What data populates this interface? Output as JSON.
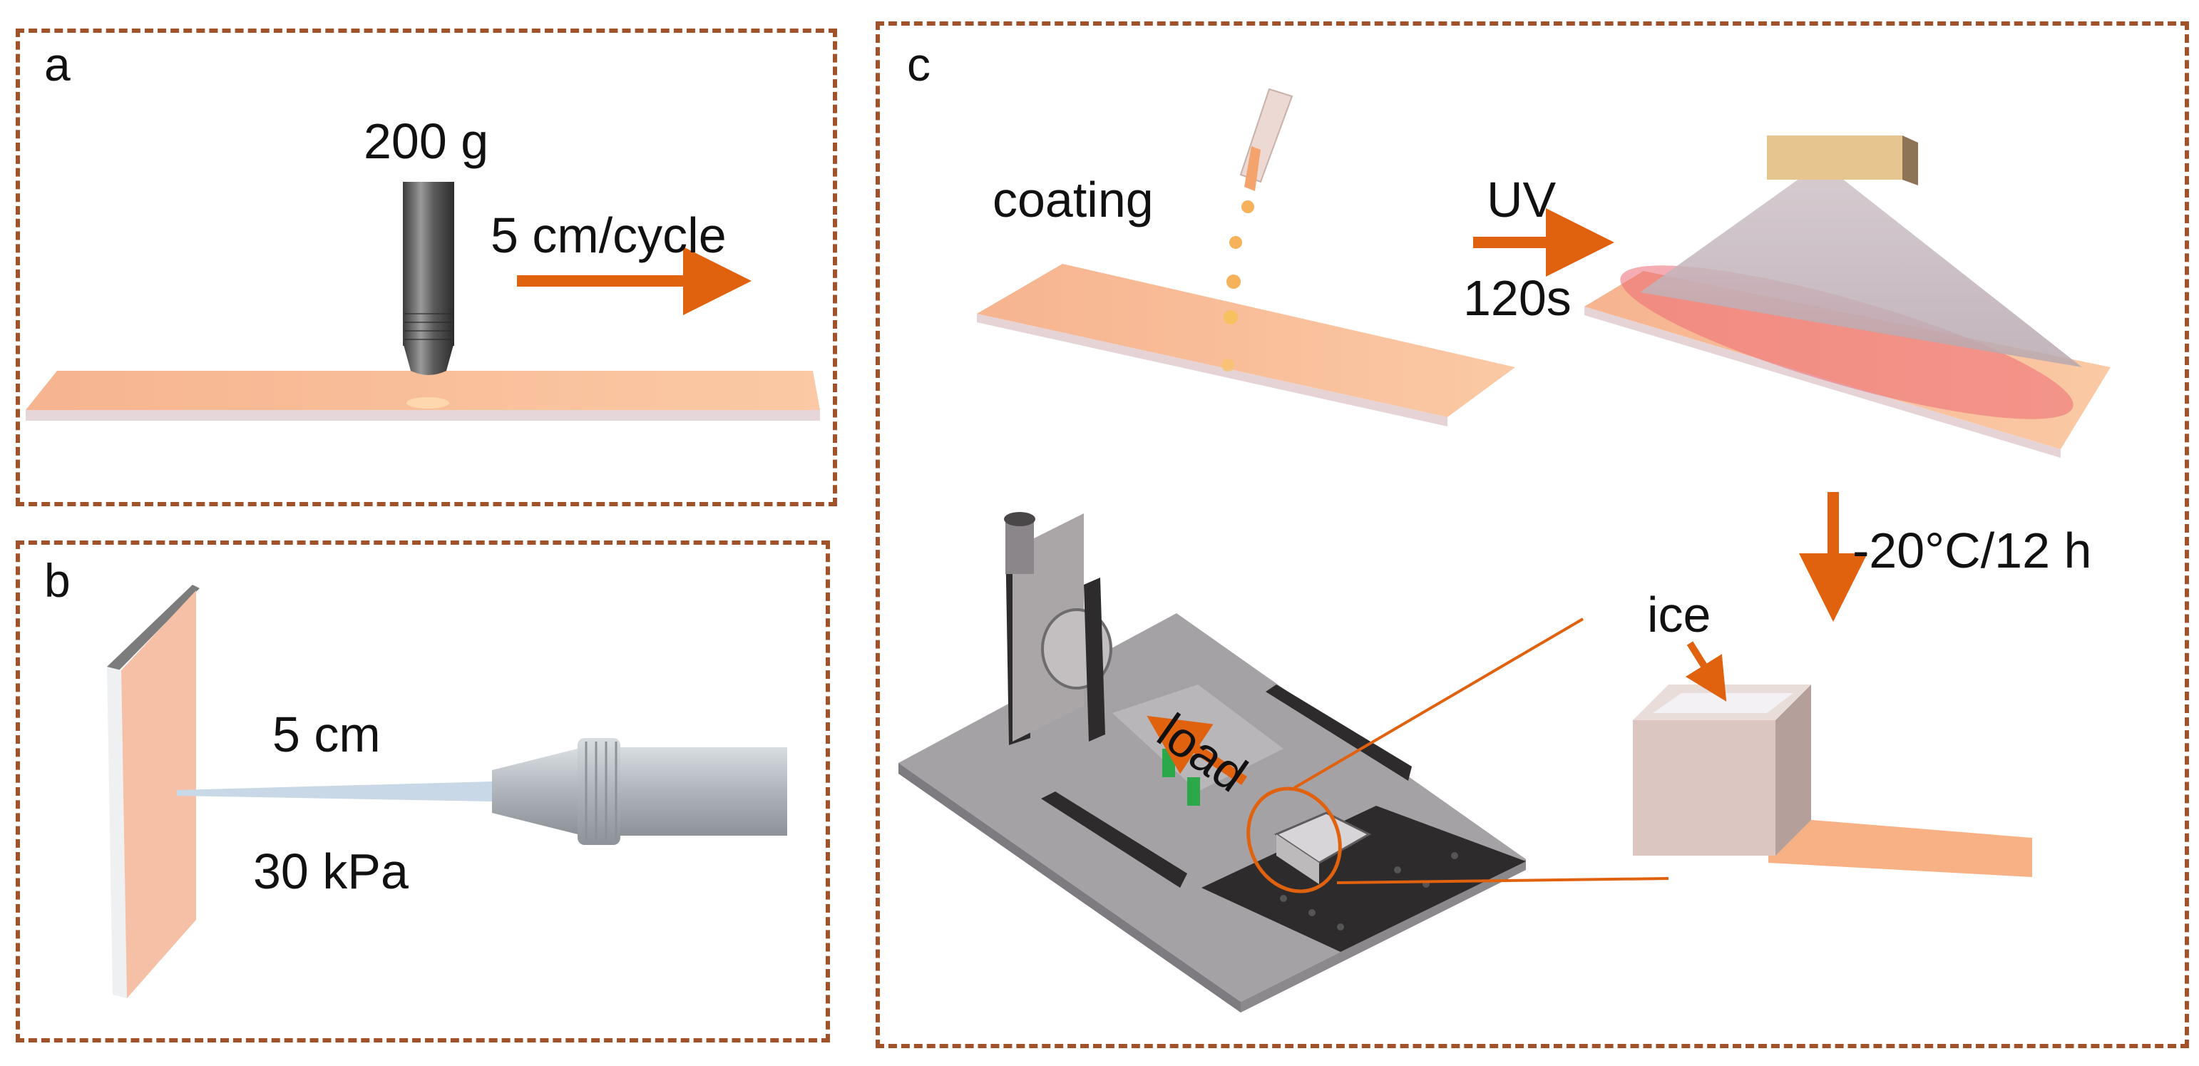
{
  "colors": {
    "border": "#a0532a",
    "arrow": "#e0620f",
    "substrate": "#f7b08a",
    "metal": "#6f6f6f"
  },
  "panel_a": {
    "label": "a",
    "load": "200 g",
    "speed": "5 cm/cycle"
  },
  "panel_b": {
    "label": "b",
    "distance": "5 cm",
    "pressure": "30 kPa"
  },
  "panel_c": {
    "label": "c",
    "coating": "coating",
    "uv": "UV",
    "uv_time": "120s",
    "freeze": "-20°C/12 h",
    "ice": "ice",
    "load": "load"
  }
}
